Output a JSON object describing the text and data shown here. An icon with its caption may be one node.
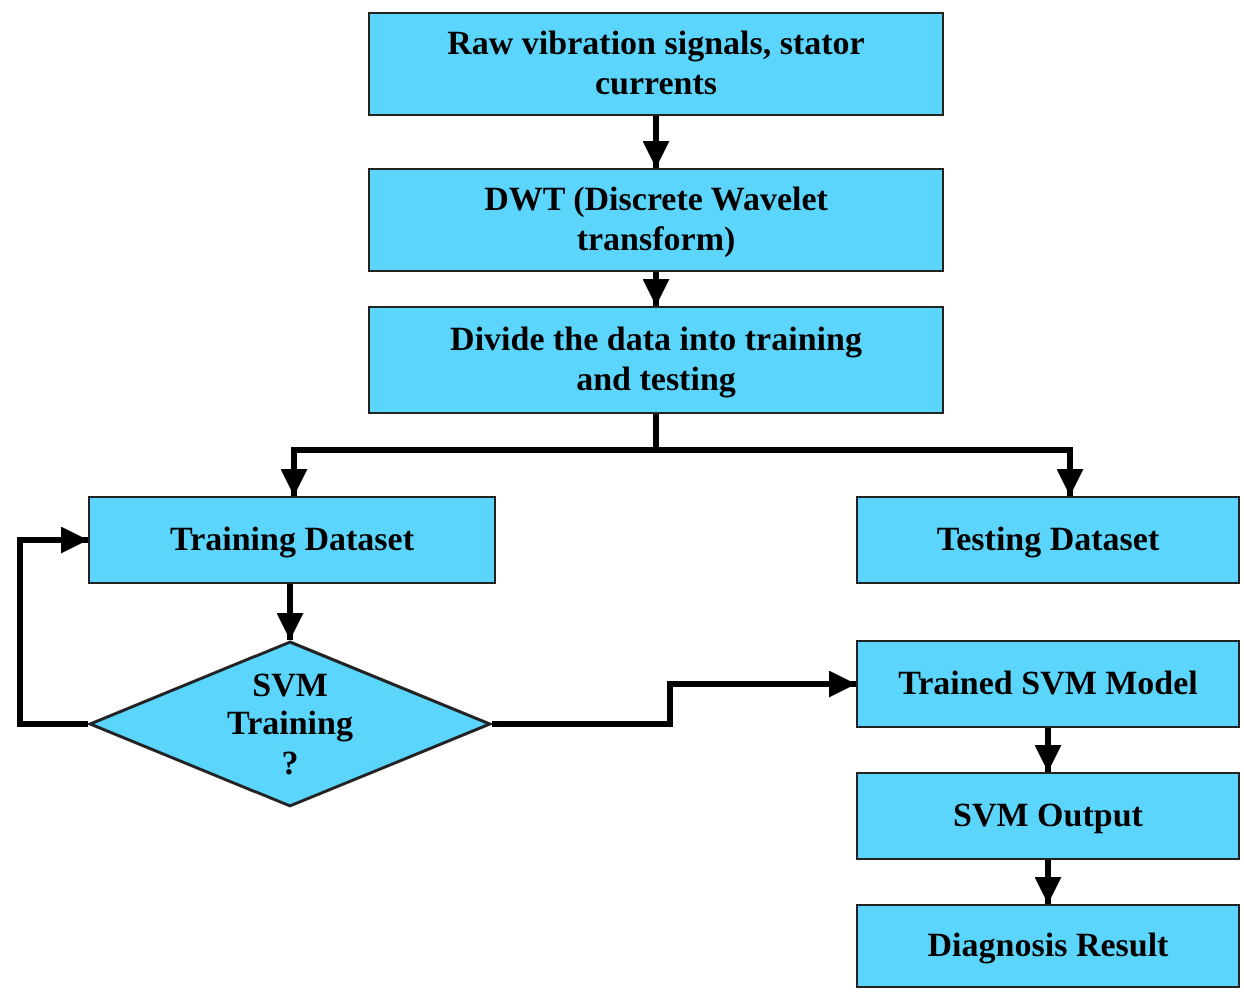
{
  "diagram": {
    "nodes": [
      {
        "text": [
          "Raw vibration signals, stator currents"
        ]
      },
      {
        "text": [
          "DWT (Discrete Wavelet transform)"
        ]
      },
      {
        "text": [
          "Divide the data into training and testing"
        ]
      },
      {
        "text": [
          "Training Dataset"
        ]
      },
      {
        "text": [
          "Testing Dataset"
        ]
      },
      {
        "text": [
          "SVM Training ?"
        ]
      },
      {
        "text": [
          "Trained SVM Model"
        ]
      },
      {
        "text": [
          "SVM Output"
        ]
      },
      {
        "text": [
          "Diagnosis Result"
        ]
      }
    ],
    "edges": [
      {
        "from": 0,
        "to": 1,
        "arrow": "to"
      },
      {
        "from": 1,
        "to": 2,
        "arrow": "to"
      },
      {
        "from": 2,
        "to": 3,
        "arrow": "to"
      },
      {
        "from": 2,
        "to": 4,
        "arrow": "to"
      },
      {
        "from": 3,
        "to": 5,
        "arrow": "to"
      },
      {
        "from": 5,
        "to": 3,
        "arrow": "to"
      },
      {
        "from": 5,
        "to": 6,
        "arrow": "to"
      },
      {
        "from": 6,
        "to": 7,
        "arrow": "to"
      },
      {
        "from": 7,
        "to": 8,
        "arrow": "to"
      }
    ]
  }
}
